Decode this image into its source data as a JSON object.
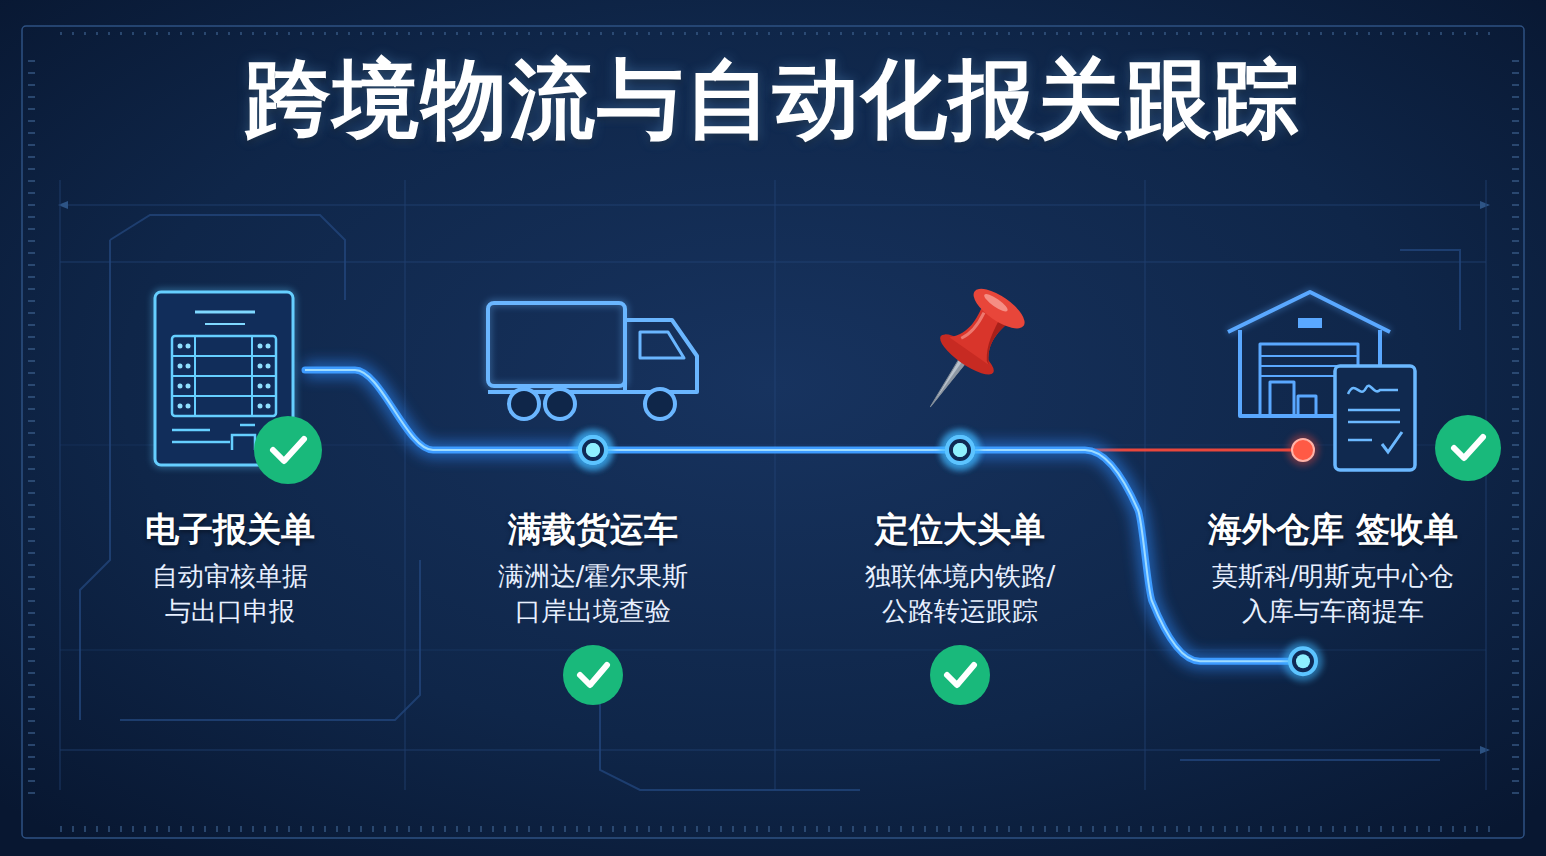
{
  "diagram": {
    "title": "跨境物流与自动化报关跟踪",
    "nodes": [
      {
        "text": [
          "电子报关单",
          "自动审核单据 与出口申报"
        ]
      },
      {
        "text": [
          "满载货运车",
          "满洲达/霍尔果斯 口岸出境查验"
        ]
      },
      {
        "text": [
          "定位大头单",
          "独联体境内铁路/ 公路转运跟踪"
        ]
      },
      {
        "text": [
          "海外仓库 签收单",
          "莫斯科/明斯克中心仓 入库与车商提车"
        ]
      }
    ],
    "edges": [
      {
        "from": 0,
        "to": 1,
        "arrow": "none"
      },
      {
        "from": 1,
        "to": 2,
        "arrow": "none"
      },
      {
        "from": 2,
        "to": 3,
        "arrow": "none"
      }
    ]
  }
}
